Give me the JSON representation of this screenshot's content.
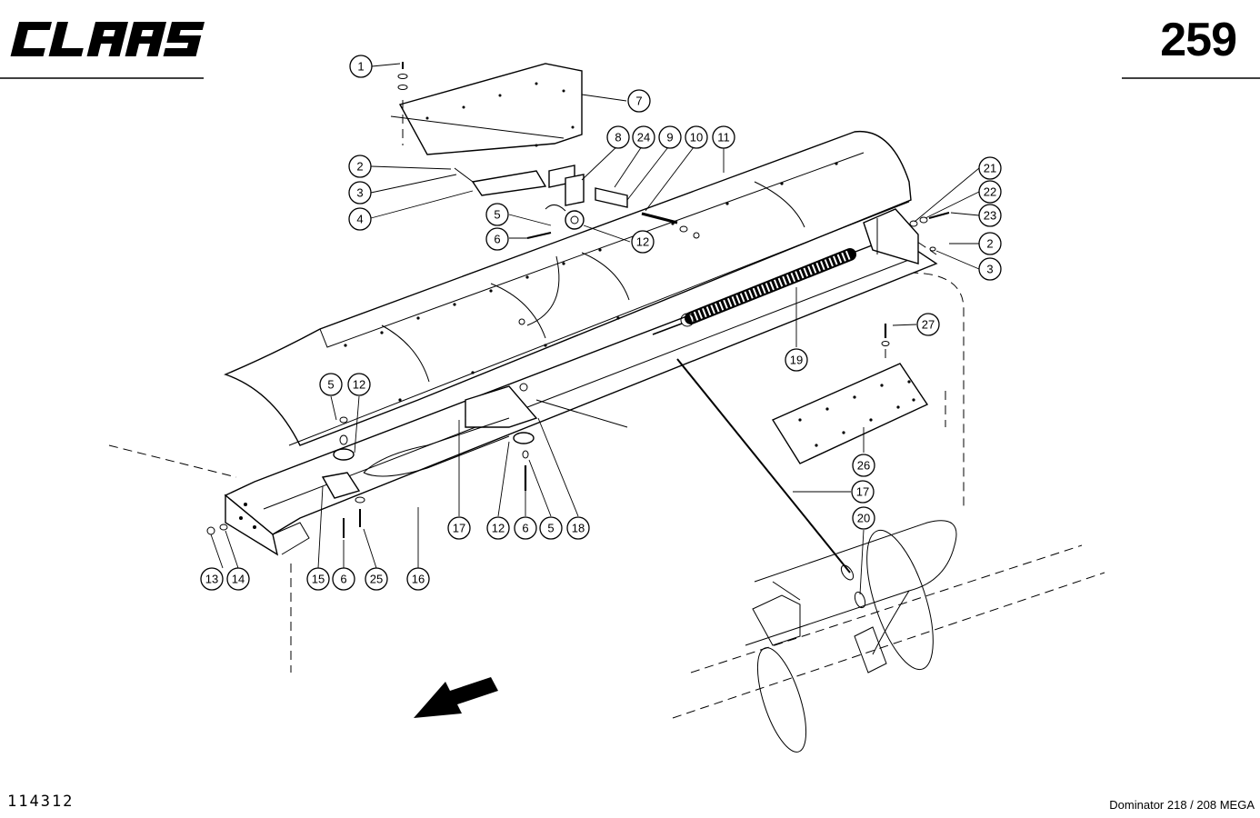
{
  "header": {
    "brand": "CLAAS",
    "page_number": "259"
  },
  "footer": {
    "drawing_number": "114312",
    "model": "Dominator 218 / 208 MEGA"
  },
  "callouts": [
    {
      "id": "c1",
      "label": "1"
    },
    {
      "id": "c2a",
      "label": "2"
    },
    {
      "id": "c3a",
      "label": "3"
    },
    {
      "id": "c4",
      "label": "4"
    },
    {
      "id": "c5a",
      "label": "5"
    },
    {
      "id": "c6a",
      "label": "6"
    },
    {
      "id": "c7",
      "label": "7"
    },
    {
      "id": "c8",
      "label": "8"
    },
    {
      "id": "c24",
      "label": "24"
    },
    {
      "id": "c9",
      "label": "9"
    },
    {
      "id": "c10",
      "label": "10"
    },
    {
      "id": "c11",
      "label": "11"
    },
    {
      "id": "c12a",
      "label": "12"
    },
    {
      "id": "c21",
      "label": "21"
    },
    {
      "id": "c22",
      "label": "22"
    },
    {
      "id": "c23",
      "label": "23"
    },
    {
      "id": "c2b",
      "label": "2"
    },
    {
      "id": "c3b",
      "label": "3"
    },
    {
      "id": "c27",
      "label": "27"
    },
    {
      "id": "c19",
      "label": "19"
    },
    {
      "id": "c5b",
      "label": "5"
    },
    {
      "id": "c12b",
      "label": "12"
    },
    {
      "id": "c26",
      "label": "26"
    },
    {
      "id": "c17a",
      "label": "17"
    },
    {
      "id": "c20",
      "label": "20"
    },
    {
      "id": "c17b",
      "label": "17"
    },
    {
      "id": "c12c",
      "label": "12"
    },
    {
      "id": "c6b",
      "label": "6"
    },
    {
      "id": "c5c",
      "label": "5"
    },
    {
      "id": "c18",
      "label": "18"
    },
    {
      "id": "c13",
      "label": "13"
    },
    {
      "id": "c14",
      "label": "14"
    },
    {
      "id": "c15",
      "label": "15"
    },
    {
      "id": "c6c",
      "label": "6"
    },
    {
      "id": "c25",
      "label": "25"
    },
    {
      "id": "c16",
      "label": "16"
    }
  ]
}
